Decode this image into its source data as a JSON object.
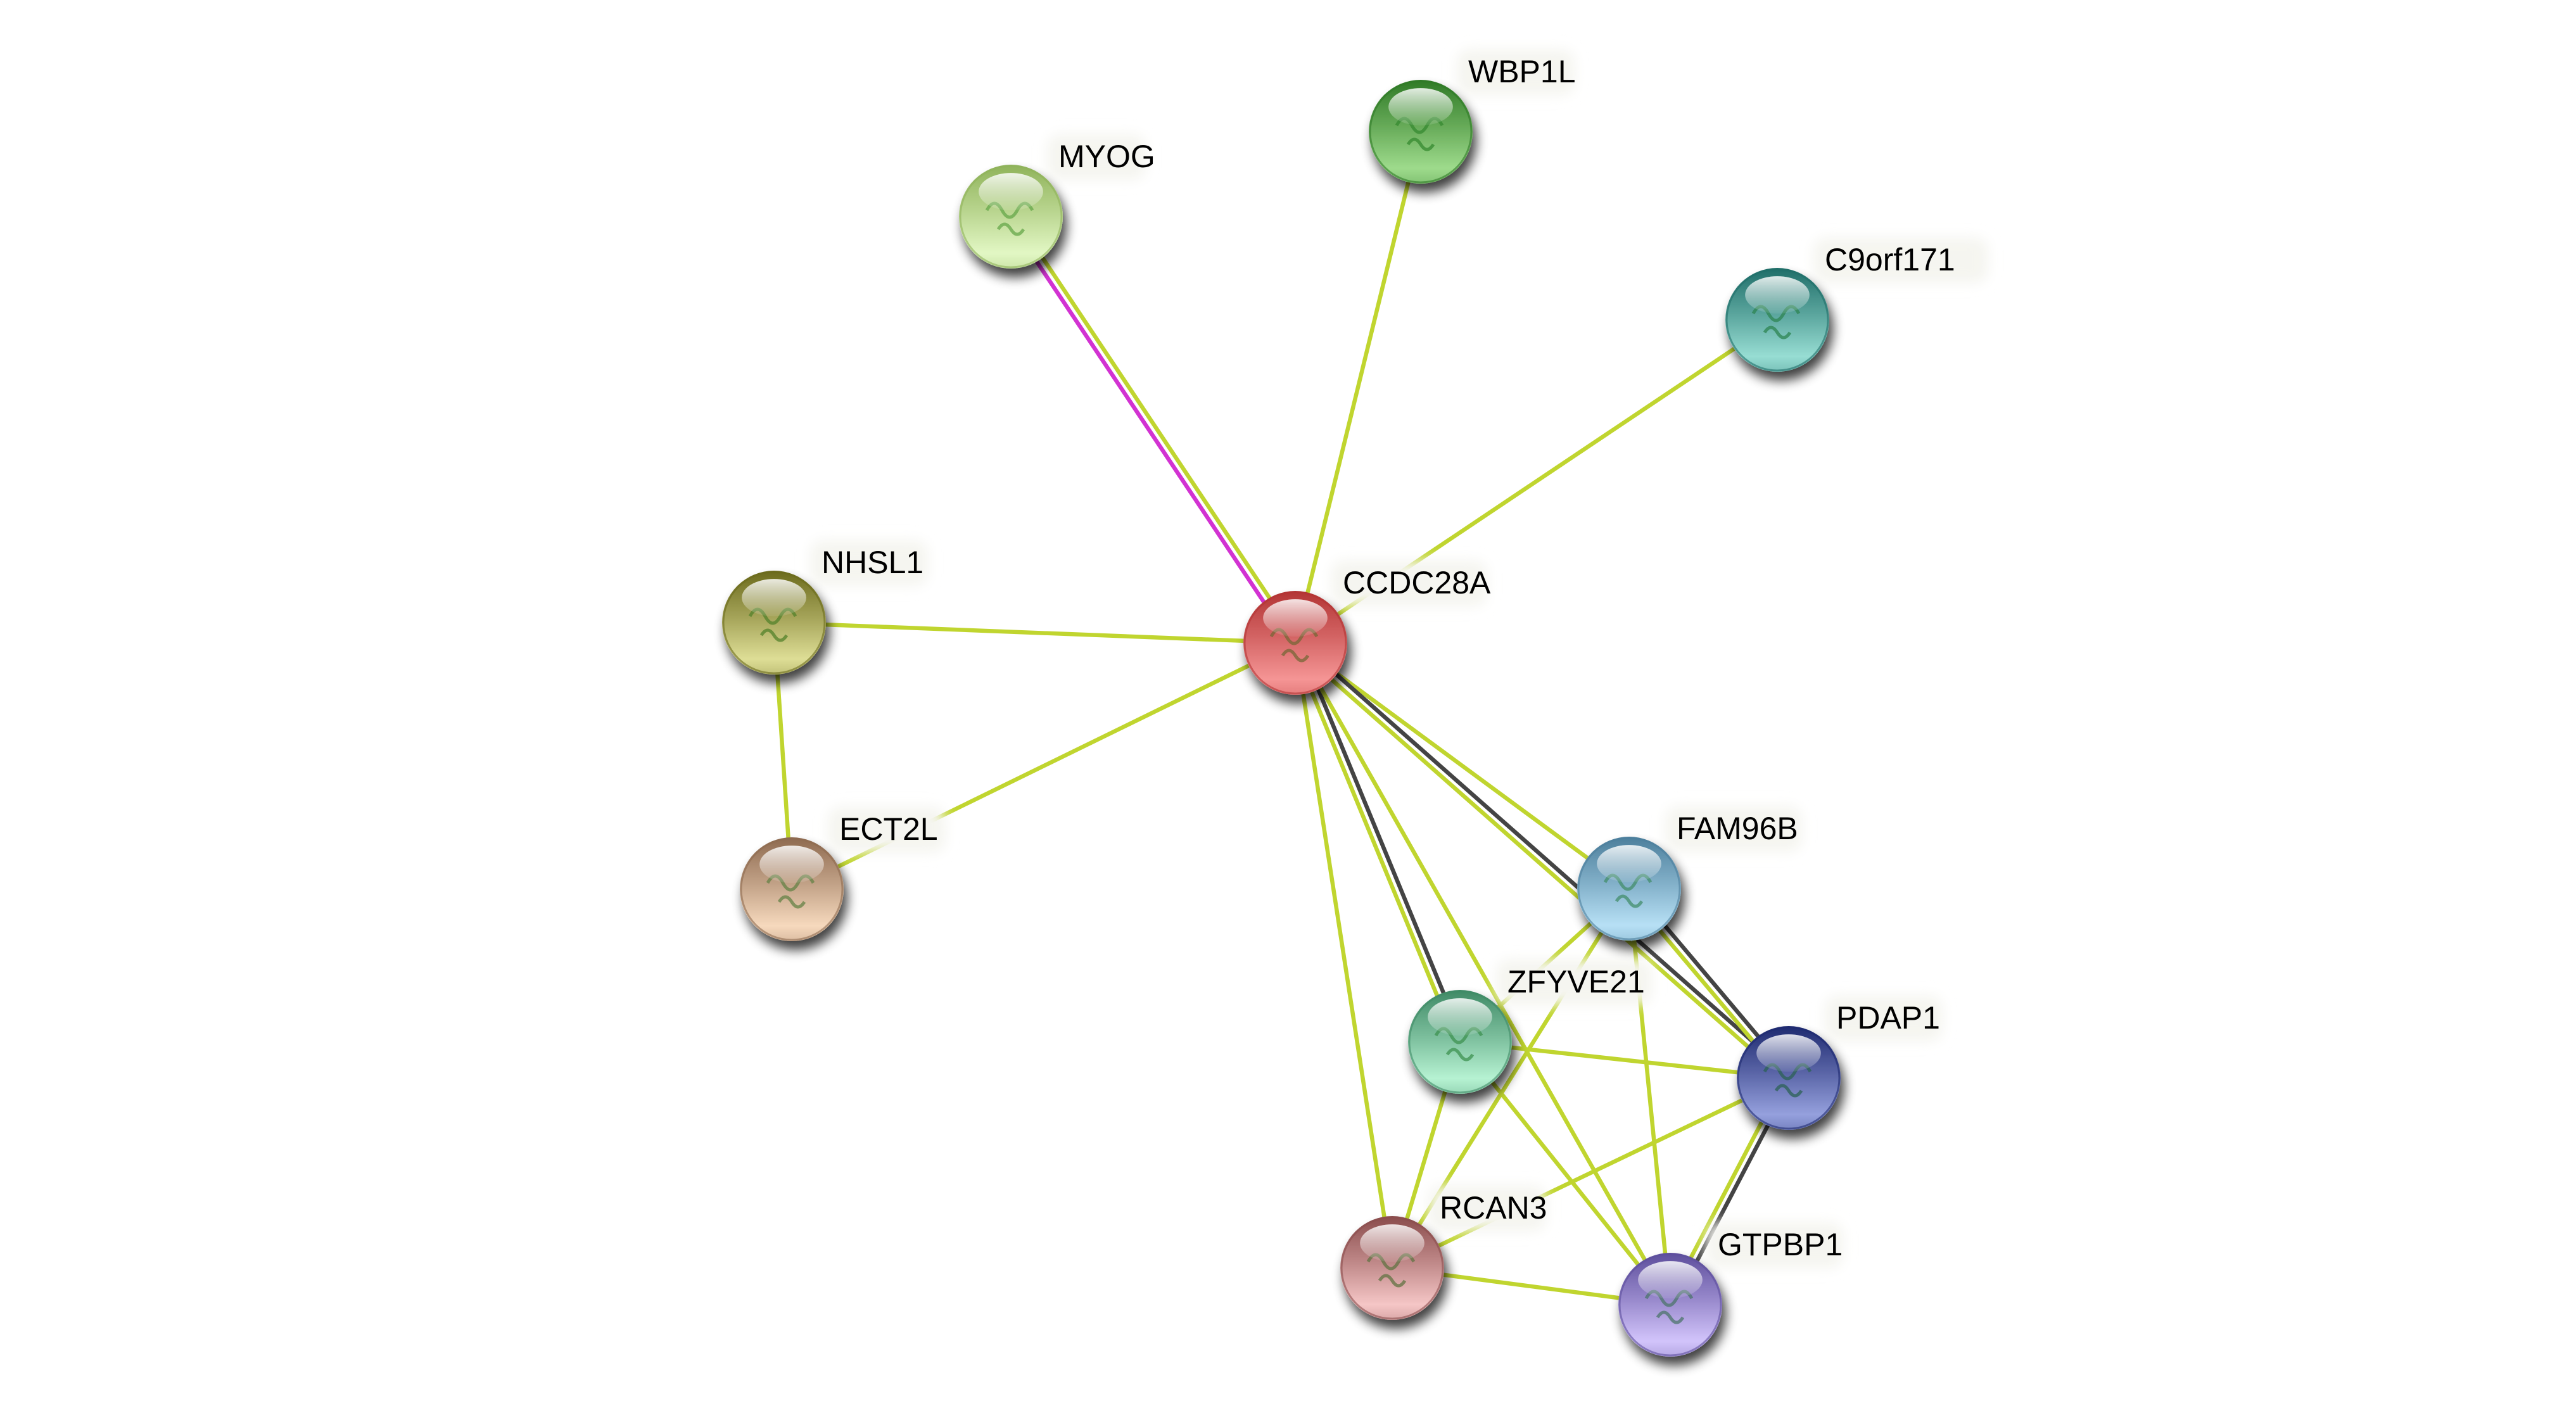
{
  "network": {
    "nodes": [
      {
        "id": "MYOG",
        "label": "MYOG",
        "color_top": "#8fb35a",
        "color_bottom": "#e2f7c4"
      },
      {
        "id": "WBP1L",
        "label": "WBP1L",
        "color_top": "#2f7a26",
        "color_bottom": "#9edb8c"
      },
      {
        "id": "C9orf171",
        "label": "C9orf171",
        "color_top": "#1f6e69",
        "color_bottom": "#97ddd3"
      },
      {
        "id": "CCDC28A",
        "label": "CCDC28A",
        "color_top": "#b33434",
        "color_bottom": "#f59595"
      },
      {
        "id": "NHSL1",
        "label": "NHSL1",
        "color_top": "#6b6a1c",
        "color_bottom": "#dede96"
      },
      {
        "id": "ECT2L",
        "label": "ECT2L",
        "color_top": "#8e6a50",
        "color_bottom": "#f6d9bd"
      },
      {
        "id": "FAM96B",
        "label": "FAM96B",
        "color_top": "#4c7f9c",
        "color_bottom": "#b7e0f5"
      },
      {
        "id": "ZFYVE21",
        "label": "ZFYVE21",
        "color_top": "#3f8a66",
        "color_bottom": "#b6f2d2"
      },
      {
        "id": "PDAP1",
        "label": "PDAP1",
        "color_top": "#1e2a70",
        "color_bottom": "#95a0dd"
      },
      {
        "id": "RCAN3",
        "label": "RCAN3",
        "color_top": "#8a4c4c",
        "color_bottom": "#f5c6c6"
      },
      {
        "id": "GTPBP1",
        "label": "GTPBP1",
        "color_top": "#5d4e9c",
        "color_bottom": "#d2c4fb"
      }
    ],
    "edge_colors": {
      "textmining": "#c0d52f",
      "coexpression": "#444444",
      "experiments": "#d232d2"
    },
    "edges": [
      {
        "source": "CCDC28A",
        "target": "MYOG",
        "evidence": [
          "experiments",
          "textmining"
        ]
      },
      {
        "source": "CCDC28A",
        "target": "WBP1L",
        "evidence": [
          "textmining"
        ]
      },
      {
        "source": "CCDC28A",
        "target": "C9orf171",
        "evidence": [
          "textmining"
        ]
      },
      {
        "source": "CCDC28A",
        "target": "NHSL1",
        "evidence": [
          "textmining"
        ]
      },
      {
        "source": "CCDC28A",
        "target": "ECT2L",
        "evidence": [
          "textmining"
        ]
      },
      {
        "source": "CCDC28A",
        "target": "FAM96B",
        "evidence": [
          "textmining"
        ]
      },
      {
        "source": "CCDC28A",
        "target": "PDAP1",
        "evidence": [
          "coexpression",
          "textmining"
        ]
      },
      {
        "source": "CCDC28A",
        "target": "ZFYVE21",
        "evidence": [
          "coexpression",
          "textmining"
        ]
      },
      {
        "source": "CCDC28A",
        "target": "RCAN3",
        "evidence": [
          "textmining"
        ]
      },
      {
        "source": "CCDC28A",
        "target": "GTPBP1",
        "evidence": [
          "textmining"
        ]
      },
      {
        "source": "NHSL1",
        "target": "ECT2L",
        "evidence": [
          "textmining"
        ]
      },
      {
        "source": "FAM96B",
        "target": "PDAP1",
        "evidence": [
          "coexpression",
          "textmining"
        ]
      },
      {
        "source": "FAM96B",
        "target": "ZFYVE21",
        "evidence": [
          "textmining"
        ]
      },
      {
        "source": "FAM96B",
        "target": "RCAN3",
        "evidence": [
          "textmining"
        ]
      },
      {
        "source": "FAM96B",
        "target": "GTPBP1",
        "evidence": [
          "textmining"
        ]
      },
      {
        "source": "ZFYVE21",
        "target": "PDAP1",
        "evidence": [
          "textmining"
        ]
      },
      {
        "source": "ZFYVE21",
        "target": "RCAN3",
        "evidence": [
          "textmining"
        ]
      },
      {
        "source": "ZFYVE21",
        "target": "GTPBP1",
        "evidence": [
          "textmining"
        ]
      },
      {
        "source": "PDAP1",
        "target": "RCAN3",
        "evidence": [
          "textmining"
        ]
      },
      {
        "source": "PDAP1",
        "target": "GTPBP1",
        "evidence": [
          "coexpression",
          "textmining"
        ]
      },
      {
        "source": "RCAN3",
        "target": "GTPBP1",
        "evidence": [
          "textmining"
        ]
      }
    ]
  }
}
